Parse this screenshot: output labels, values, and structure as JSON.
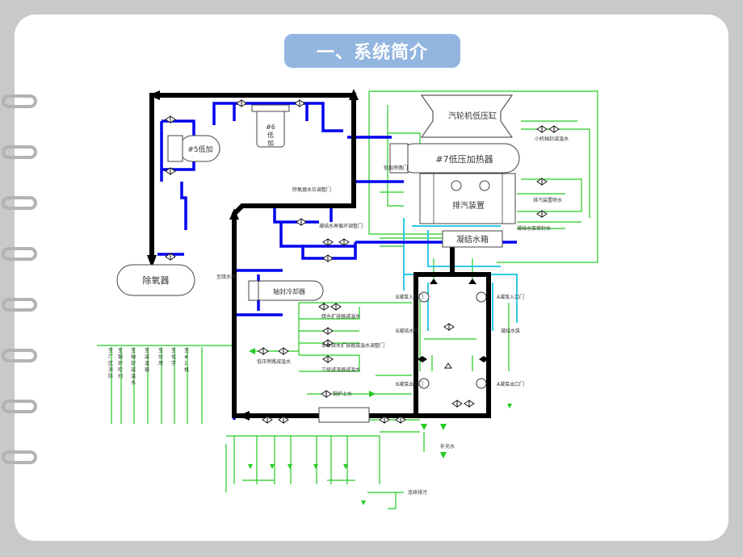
{
  "title": "一、系统简介",
  "colors": {
    "main": "#000000",
    "blue": "#0000ee",
    "green": "#22cc22",
    "cyan": "#2ec9e8",
    "title_bg": "#93b6e0",
    "card": "#ffffff",
    "frame": "#c9c9c9"
  },
  "labels": {
    "turbine": "汽轮机低压缸",
    "heater7": "#7低压加热器",
    "heater6_a": "#6",
    "heater6_b": "低",
    "heater6_c": "加",
    "heater5": "#5低加",
    "deaerator": "除氧器",
    "exhaust": "排汽装置",
    "hotwell": "凝结水箱",
    "sealcooler": "轴封冷却器",
    "recirc": "除氧器水位调整门",
    "hotwell_valve": "凝结水再循环调整门",
    "pumpA": "凝结水泵",
    "pumpB": "B凝结水泵",
    "pumpB_in": "B凝泵入口门",
    "pumpB_out": "B凝泵出口门",
    "pumpA_in": "A凝泵入口门",
    "pumpA_out": "A凝泵出口门",
    "boiler": "锅炉上水",
    "lp_bypass": "低压旁路减温水",
    "drain_tank": "疏水扩容器减温水",
    "exhaust_spray": "排汽装置喷水",
    "hp_bypass": "本体疏水扩容器减温水调整门",
    "cooling": "三级减温器减温水",
    "small_turbine": "小机轴封减温水",
    "makeup": "补充水",
    "heater_bypass": "低加旁路门",
    "sealwater": "凝结水泵密封水",
    "continuous": "连续排污",
    "vent": "至疏水箱"
  },
  "vertical_labels": [
    "至厂区消防",
    "至锅炉吹扫",
    "至轴封减温水",
    "至减温器",
    "至仪用",
    "至化学",
    "至#1机"
  ]
}
